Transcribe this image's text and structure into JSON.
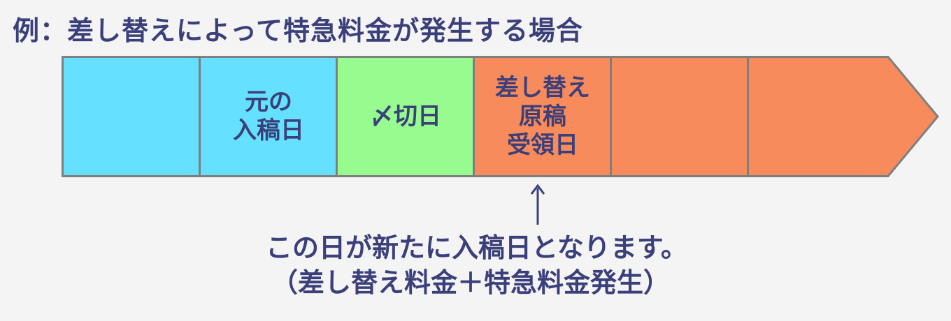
{
  "title": "例：差し替えによって特急料金が発生する場合",
  "timeline": {
    "cells": [
      {
        "label": "",
        "color": "#66e0ff"
      },
      {
        "label": "元の\n入稿日",
        "color": "#66e0ff"
      },
      {
        "label": "〆切日",
        "color": "#97fb8f"
      },
      {
        "label": "差し替え\n原稿\n受領日",
        "color": "#f88b5c"
      },
      {
        "label": "",
        "color": "#f88b5c"
      },
      {
        "label": "",
        "color": "#f88b5c"
      }
    ],
    "border_color": "#7f7f7f"
  },
  "note": {
    "line1": "この日が新たに入稿日となります。",
    "line2": "（差し替え料金＋特急料金発生）"
  },
  "text_color": "#3b3f7a"
}
